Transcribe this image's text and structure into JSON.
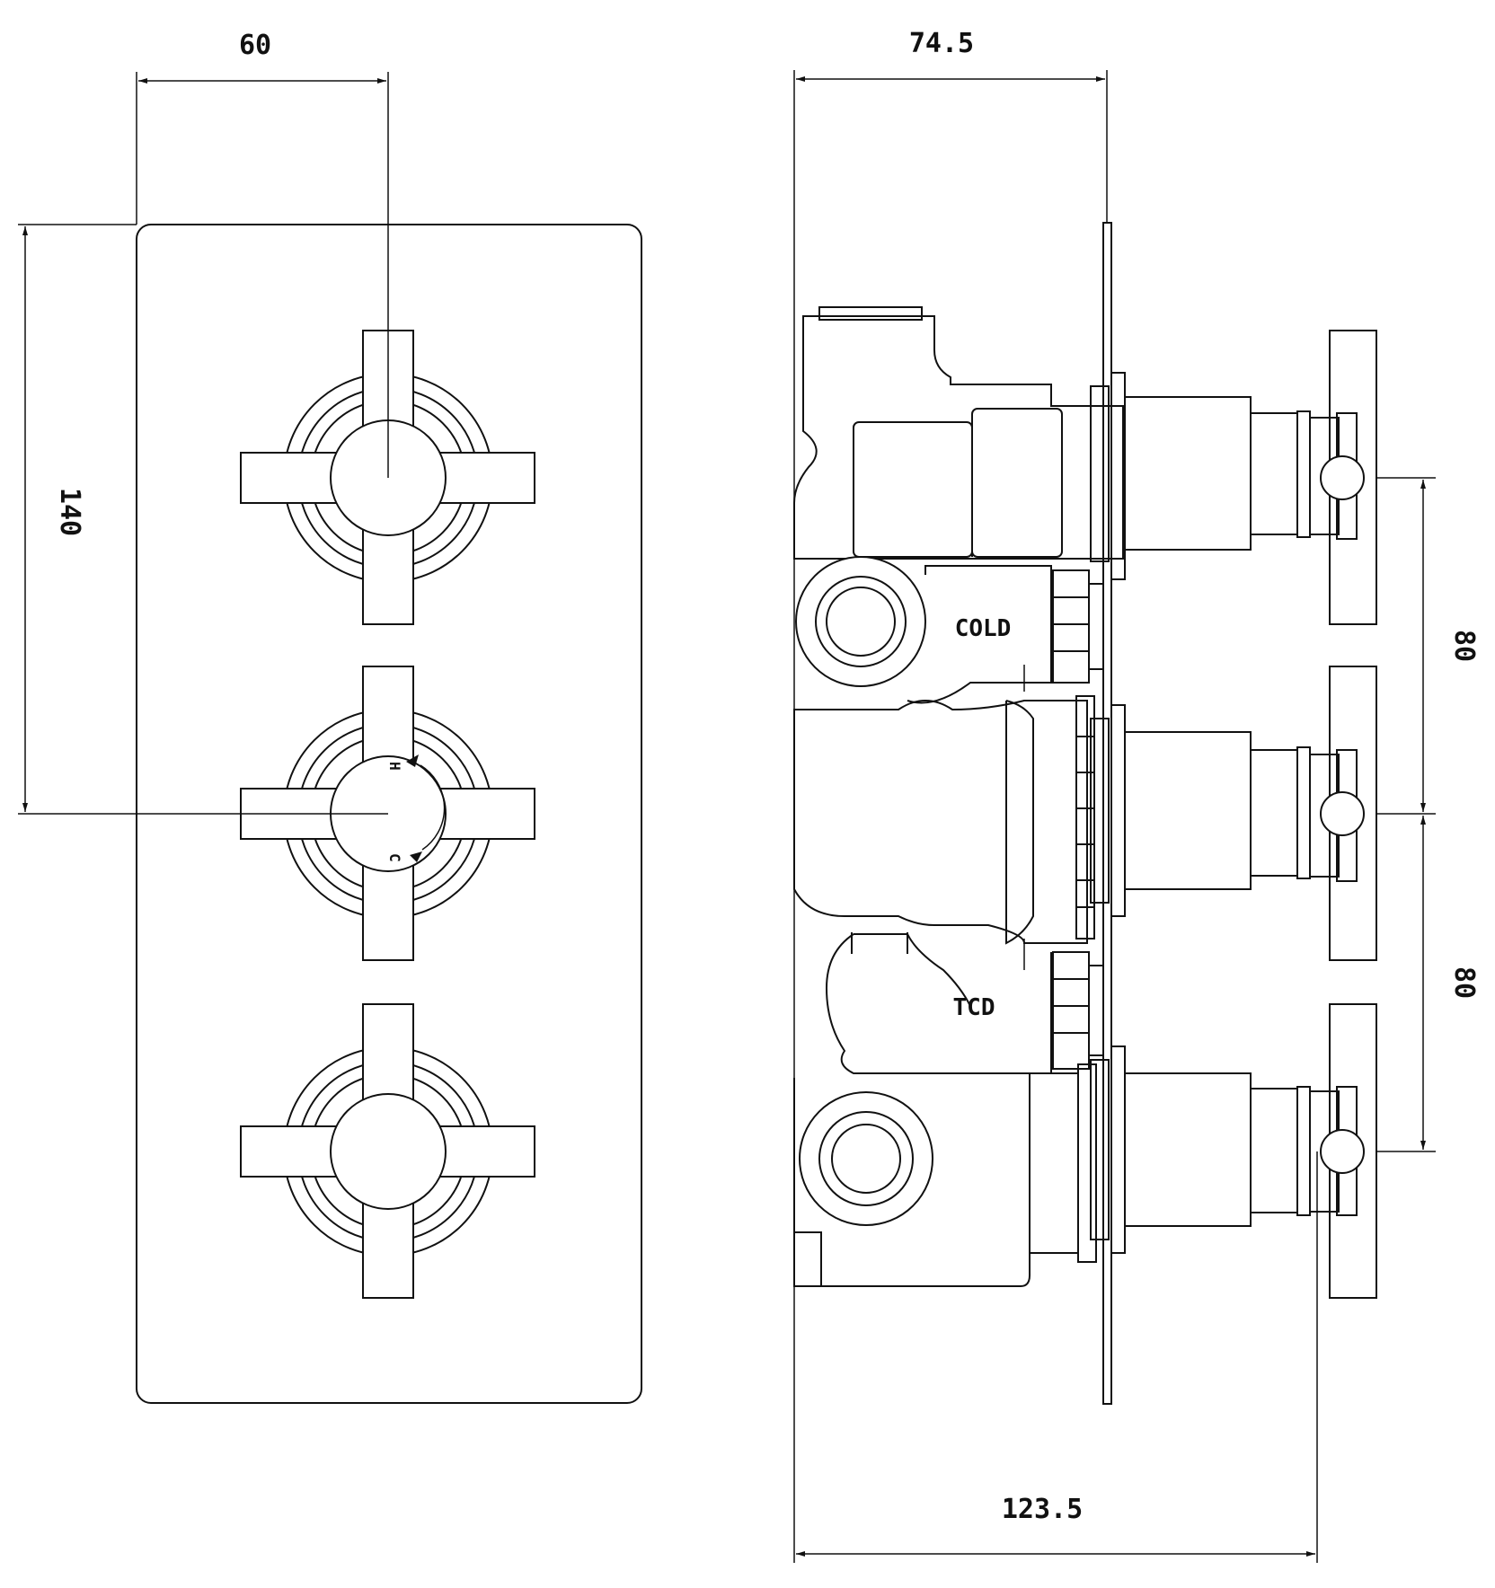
{
  "dimensions": {
    "front_width": "60",
    "front_height": "140",
    "side_depth_plate": "74.5",
    "side_depth_total": "123.5",
    "handle_spacing_upper": "80",
    "handle_spacing_lower": "80"
  },
  "labels": {
    "cold": "COLD",
    "tcd": "TCD",
    "hot_mark": "H",
    "cold_mark": "C"
  },
  "colors": {
    "line": "#111111",
    "background": "#ffffff"
  }
}
